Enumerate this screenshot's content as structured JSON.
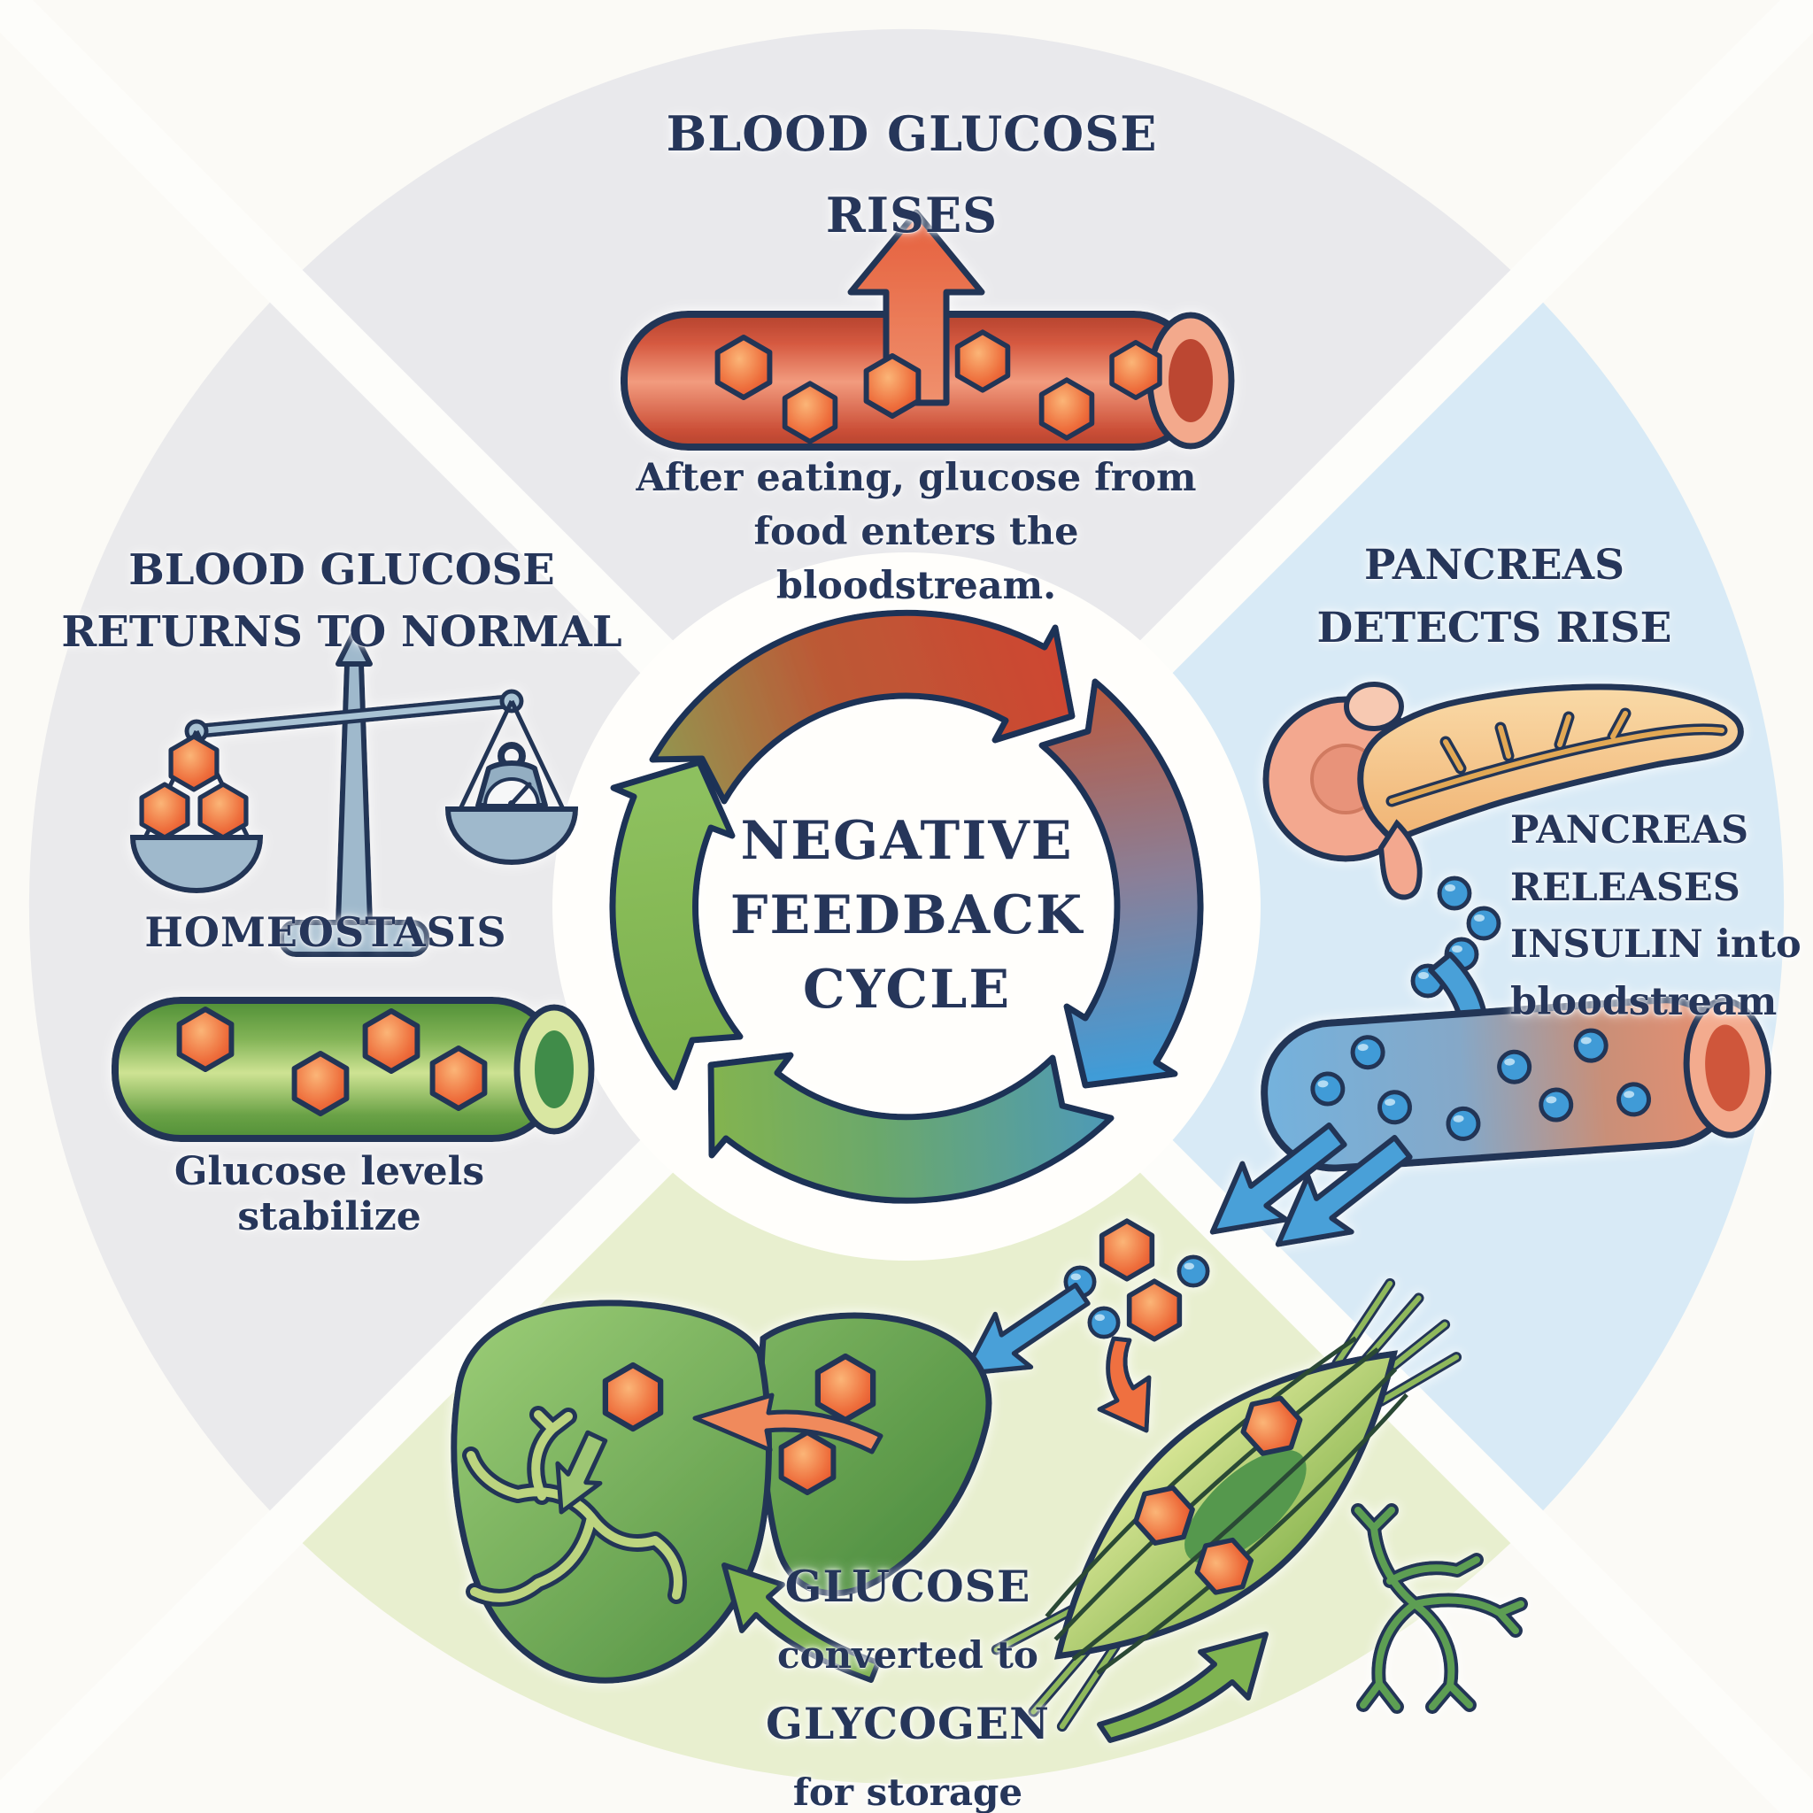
{
  "center": {
    "title": "NEGATIVE\nFEEDBACK\nCYCLE"
  },
  "top": {
    "title": "BLOOD GLUCOSE\nRISES",
    "caption": "After eating, glucose from\nfood enters the bloodstream."
  },
  "right": {
    "title": "PANCREAS\nDETECTS RISE",
    "caption": "PANCREAS\nRELEASES\nINSULIN into\nbloodstream"
  },
  "left": {
    "title": "BLOOD GLUCOSE\nRETURNS TO NORMAL",
    "subtitle": "HOMEOSTASIS",
    "caption": "Glucose levels stabilize"
  },
  "bottom": {
    "caption_lines": [
      "GLUCOSE",
      "converted to",
      "GLYCOGEN",
      "for storage"
    ]
  },
  "colors": {
    "navy_text": "#26365a",
    "sector_gray": "#e9e9ec",
    "sector_blue": "#d8eaf6",
    "sector_green": "#e8efcf",
    "glucose_orange": "#ee6f3d",
    "insulin_blue": "#449ed8",
    "vessel_red": "#d8553e",
    "vessel_green": "#6aa246",
    "vessel_insulin_gradient": "#74b2dd-#e98f6f",
    "cycle_red": "#cf4531",
    "cycle_blue": "#3f9cd8",
    "cycle_green": "#82b350",
    "pancreas_tan": "#f3c187",
    "liver_green": "#5f9e4b",
    "muscle_green": "#a9c96a",
    "scale_steel_blue": "#9fb9cc"
  }
}
